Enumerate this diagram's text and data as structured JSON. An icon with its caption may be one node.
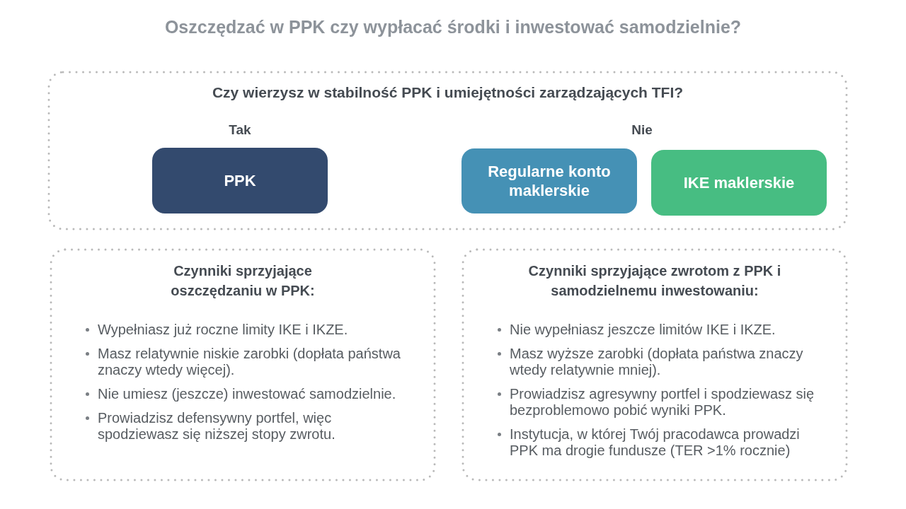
{
  "diagram": {
    "title": "Oszczędzać w PPK czy wypłacać środki i inwestować samodzielnie?",
    "nodes": [
      {
        "text": [
          "Czy wierzysz w stabilność PPK i umiejętności zarządzających TFI?"
        ]
      },
      {
        "text": [
          "PPK"
        ],
        "in": 0
      },
      {
        "text": [
          "Regularne konto maklerskie"
        ],
        "in": 0
      },
      {
        "text": [
          "IKE maklerskie"
        ],
        "in": 0
      },
      {
        "text": [
          "Czynniki sprzyjające oszczędzaniu w PPK:",
          "Wypełniasz już roczne limity IKE i IKZE.",
          "Masz relatywnie niskie zarobki (dopłata państwa znaczy wtedy więcej).",
          "Nie umiesz (jeszcze) inwestować samodzielnie.",
          "Prowiadzisz defensywny portfel, więc spodziewasz się niższej stopy zwrotu."
        ]
      },
      {
        "text": [
          "Czynniki sprzyjające zwrotom z PPK i samodzielnemu inwestowaniu:",
          "Nie wypełniasz jeszcze limitów IKE i IKZE.",
          "Masz wyższe zarobki (dopłata państwa znaczy wtedy relatywnie mniej).",
          "Prowiadzisz agresywny portfel i spodziewasz się bezproblemowo pobić wyniki PPK.",
          "Instytucja, w której Twój pracodawca prowadzi PPK ma drogie fundusze (TER >1% rocznie)"
        ]
      }
    ],
    "labels": [
      "Tak",
      "Nie"
    ]
  }
}
